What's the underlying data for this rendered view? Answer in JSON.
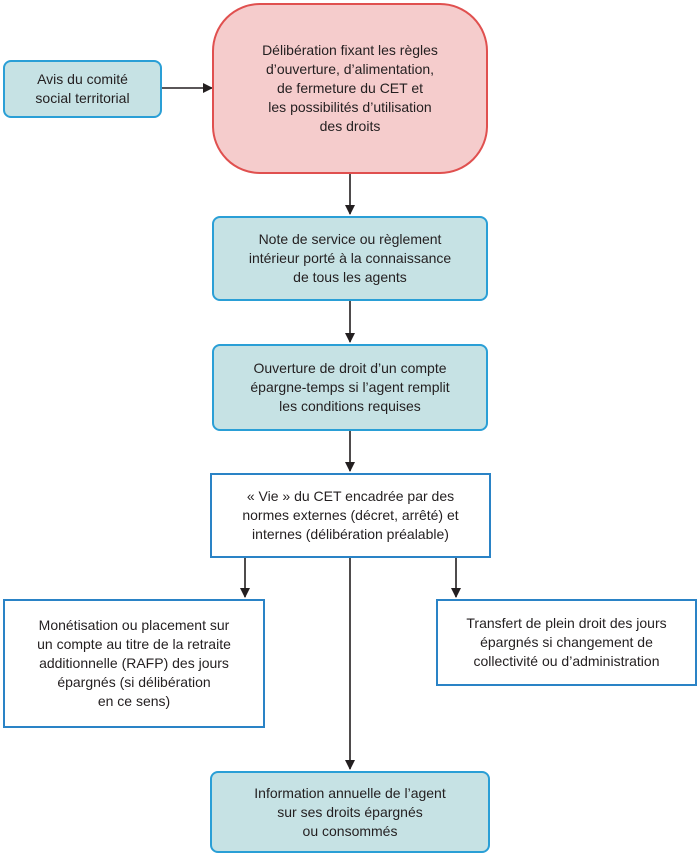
{
  "nodes": {
    "avis": "Avis du comité\nsocial territorial",
    "deliberation": "Délibération fixant les règles\nd’ouverture, d’alimentation,\nde fermeture du CET et\nles possibilités d’utilisation\ndes droits",
    "note": "Note de service ou règlement\nintérieur porté à la connaissance\nde tous les agents",
    "ouverture": "Ouverture de droit d’un compte\népargne-temps si l’agent remplit\nles conditions requises",
    "vie": "« Vie » du CET encadrée par des\nnormes externes (décret, arrêté) et\ninternes (délibération préalable)",
    "monetisation": "Monétisation ou placement sur\nun compte au titre de la retraite\nadditionnelle (RAFP) des jours\népargnés (si délibération\nen ce sens)",
    "transfert": "Transfert de plein droit des jours\népargnés si changement de\ncollectivité ou d’administration",
    "information": "Information annuelle de l’agent\nsur ses droits épargnés\nou consommés"
  },
  "colors": {
    "teal_fill": "#c6e2e4",
    "teal_border": "#2a9fd6",
    "pink_fill": "#f5cccc",
    "pink_border": "#e0504f",
    "white_border": "#2a83c6",
    "arrow": "#231f20"
  }
}
